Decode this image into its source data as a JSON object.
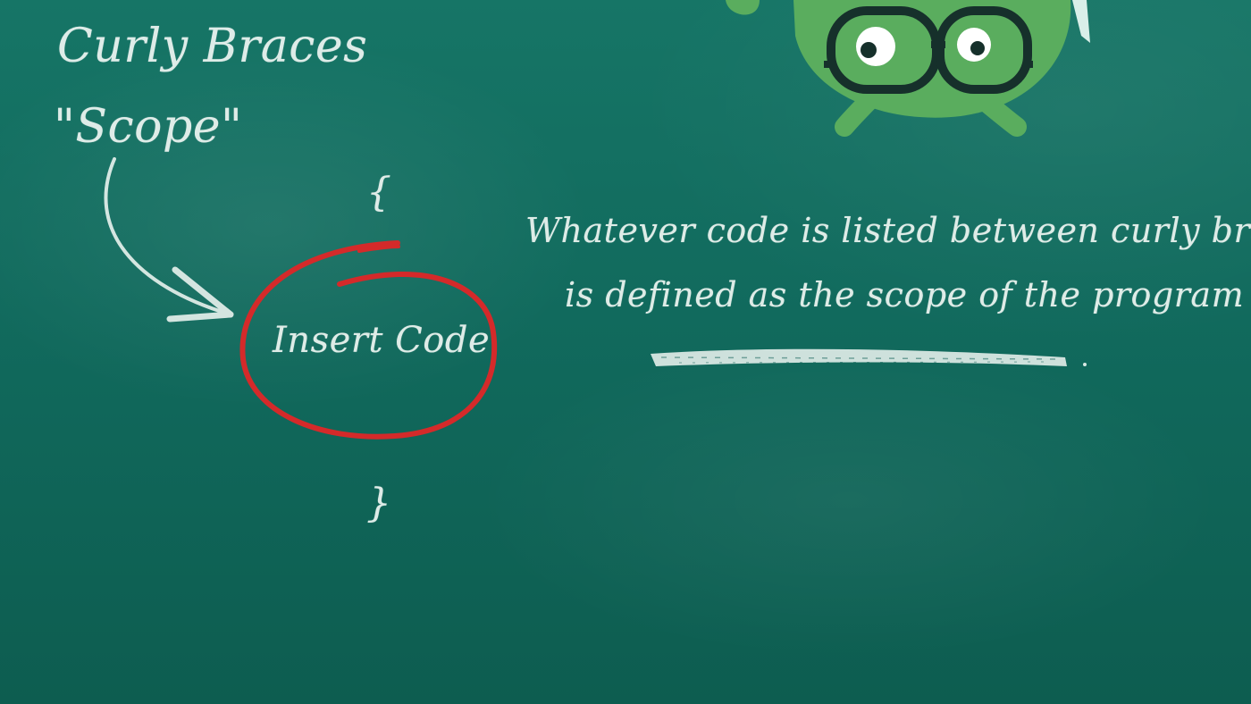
{
  "heading": {
    "line1": "Curly Braces",
    "line2": "\"Scope\""
  },
  "code_block": {
    "open_brace": "{",
    "placeholder": "Insert Code",
    "close_brace": "}"
  },
  "description": {
    "line1": "Whatever code is listed between curly braces",
    "line2": "is defined as the scope of the program"
  },
  "colors": {
    "chalkboard": "#116a5d",
    "chalk": "#eef6f2",
    "circle": "#d42a2a",
    "mascot": "#5aad5e",
    "glasses": "#16302b"
  },
  "icons": {
    "mascot": "green-creature-with-glasses-icon",
    "arrow": "curved-chalk-arrow-icon",
    "circle": "red-chalk-circle-icon",
    "underline": "chalk-underline-stroke"
  }
}
